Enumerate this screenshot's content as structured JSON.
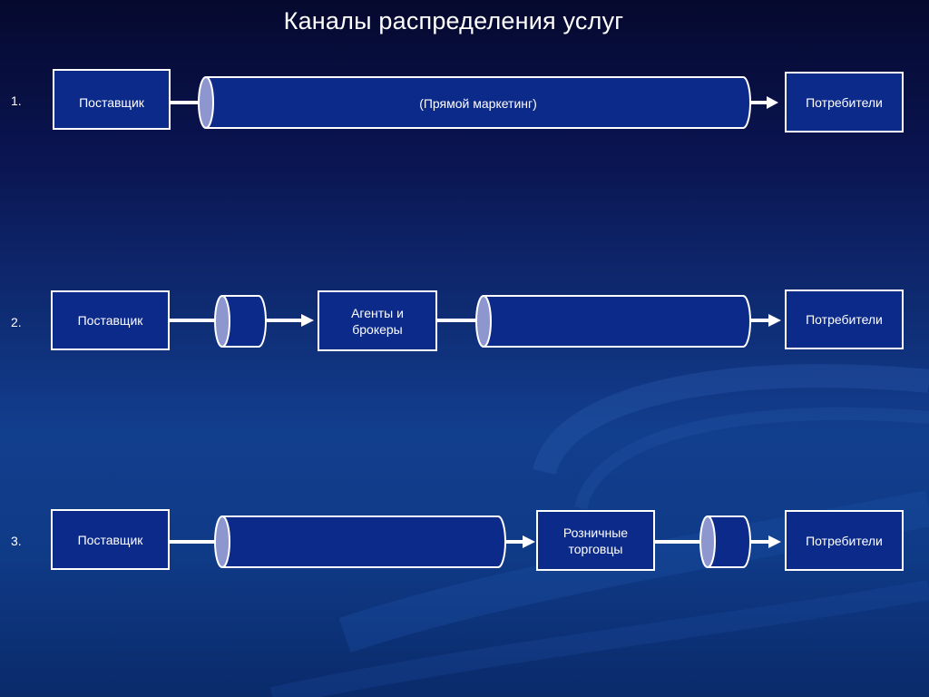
{
  "title": "Каналы распределения услуг",
  "colors": {
    "box_fill": "#0c2a8a",
    "pipe_fill": "#0c2a8a",
    "pipe_cap": "#8d96cf",
    "line": "#ffffff"
  },
  "rows": [
    {
      "number": "1.",
      "supplier": "Поставщик",
      "channel_label": "(Прямой маркетинг)",
      "consumers": "Потребители"
    },
    {
      "number": "2.",
      "supplier": "Поставщик",
      "intermediary": "Агенты и\nброкеры",
      "consumers": "Потребители"
    },
    {
      "number": "3.",
      "supplier": "Поставщик",
      "intermediary": "Розничные\nторговцы",
      "consumers": "Потребители"
    }
  ]
}
